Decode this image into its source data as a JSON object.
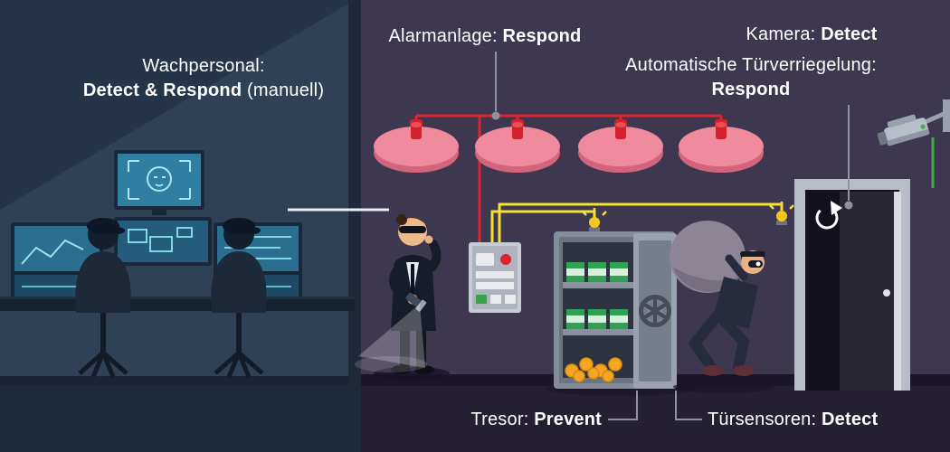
{
  "labels": {
    "wachpersonal": {
      "line1": "Wachpersonal:",
      "line2_bold": "Detect & Respond",
      "line2_rest": " (manuell)"
    },
    "alarmanlage": {
      "prefix": "Alarmanlage: ",
      "bold": "Respond"
    },
    "kamera": {
      "prefix": "Kamera: ",
      "bold": "Detect"
    },
    "tuerverriegelung": {
      "line1": "Automatische Türverriegelung:",
      "line2_bold": "Respond"
    },
    "tresor": {
      "prefix": "Tresor: ",
      "bold": "Prevent"
    },
    "tuersensoren": {
      "prefix": "Türsensoren: ",
      "bold": "Detect"
    }
  },
  "icons": {
    "siren": "alarm-siren",
    "sensor": "sensor-light",
    "camera": "cctv-camera",
    "autolock": "rotation-arrow",
    "vault_wheel": "vault-handwheel"
  },
  "colors": {
    "room_left": "#2e4156",
    "room_left_dark": "#243449",
    "room_right": "#3e3750",
    "floor_left": "#1d2c3c",
    "floor_right": "#251f33",
    "alarm_red": "#df2330",
    "siren_pink": "#f08a9d",
    "wire_yellow": "#f3e32c",
    "wire_green": "#3fae47",
    "leader_gray": "#8f93a0",
    "text": "#ffffff"
  }
}
